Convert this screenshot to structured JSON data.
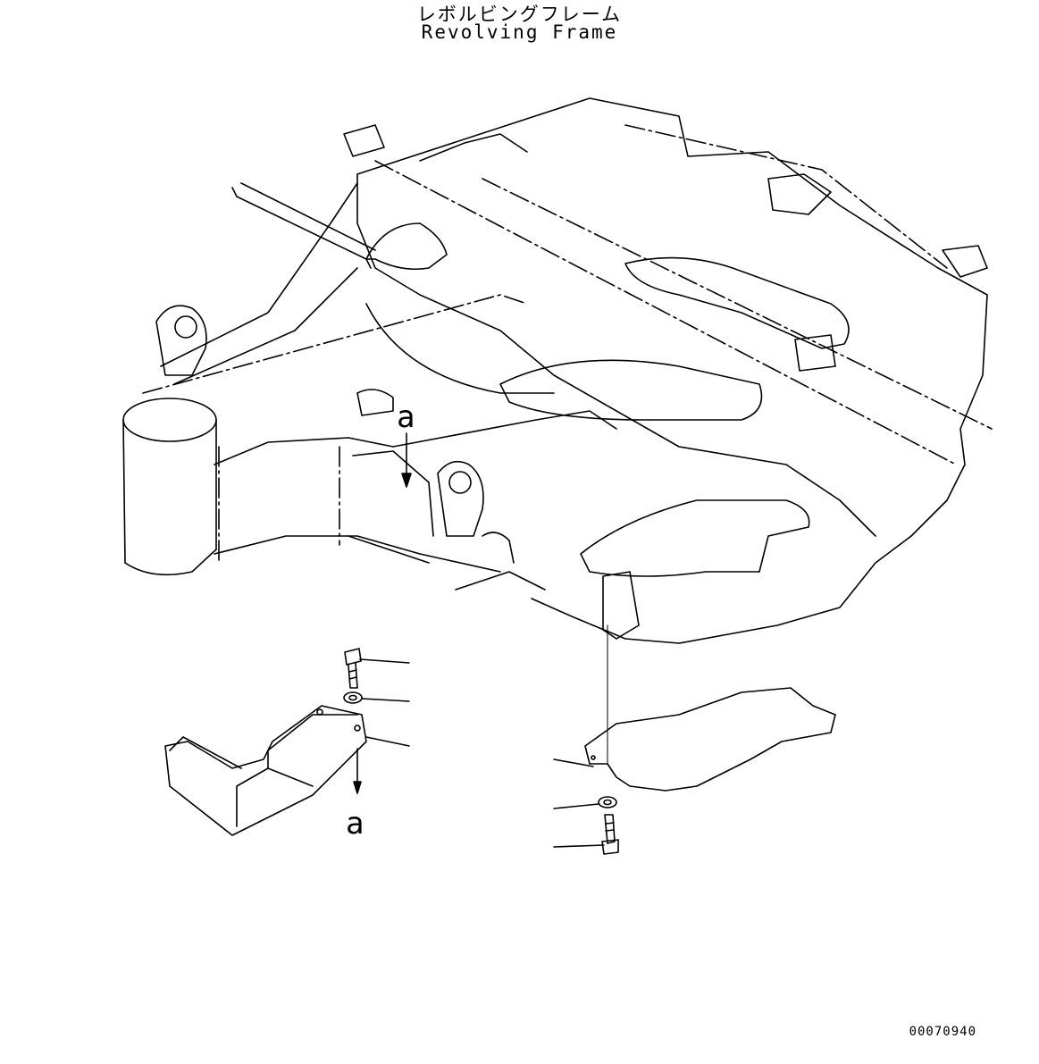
{
  "title": {
    "japanese": "レボルビングフレーム",
    "english": "Revolving Frame"
  },
  "callouts": {
    "a_upper": "a",
    "a_lower": "a"
  },
  "drawing_number": "00070940"
}
